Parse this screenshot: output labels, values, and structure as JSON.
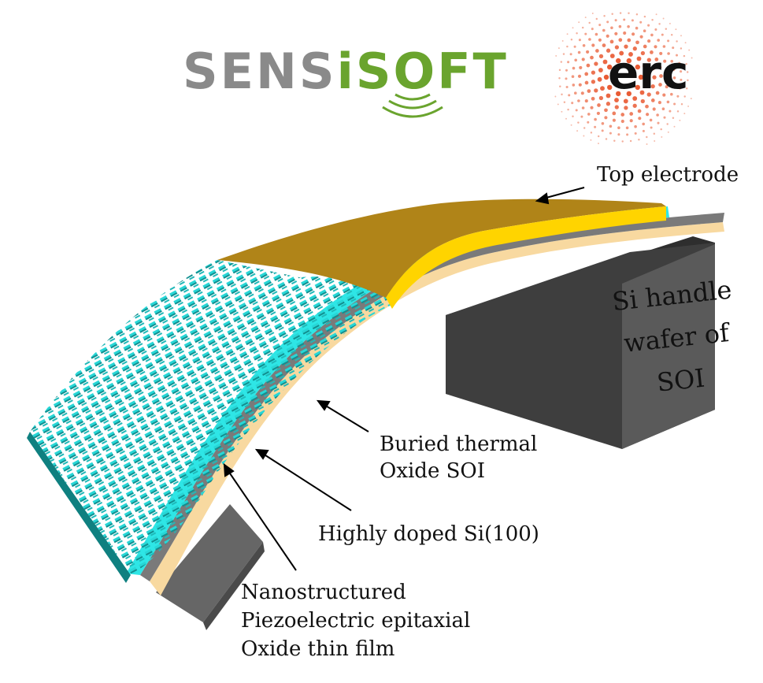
{
  "logos": {
    "sensisoft": {
      "part1": "SENS",
      "part2": "i",
      "part3": "SOFT"
    },
    "erc": {
      "text": "erc"
    }
  },
  "labels": {
    "top_electrode": "Top electrode",
    "handle_wafer": [
      "Si handle",
      "wafer of",
      "SOI"
    ],
    "buried_oxide": [
      "Buried thermal",
      "Oxide SOI"
    ],
    "doped_si": "Highly doped Si(100)",
    "nano_film": [
      "Nanostructured",
      "Piezoelectric epitaxial",
      "Oxide thin film"
    ]
  },
  "colors": {
    "gray_logo": "#8a8a8a",
    "green_logo": "#6aa42e",
    "erc_dots": "#e8532a",
    "electrode_top": "#b08418",
    "electrode_side": "#ffd400",
    "piezo_film": "#2ee6e6",
    "nanorods": "#1fbcbc",
    "doped_si": "#7a7a7a",
    "buried_oxide": "#f8d9a0",
    "handle_block": "#3e3e3e"
  }
}
